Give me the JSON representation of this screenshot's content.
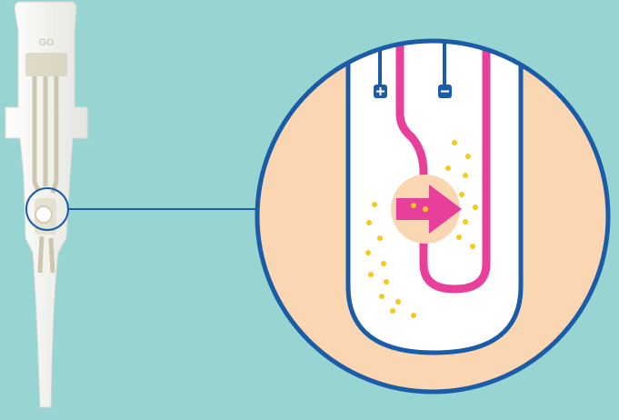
{
  "colors": {
    "background": "#98d5d2",
    "chip_body": "#f4f4f2",
    "chip_circuit": "#c7c1a2",
    "outline_blue": "#1a5ca8",
    "pink_channel": "#e8409a",
    "sample_peach": "#fbd6b2",
    "particle_yellow": "#f6c91a"
  },
  "device": {
    "chip_label": "GO",
    "electrodes": [
      {
        "symbol": "+",
        "name": "positive-electrode"
      },
      {
        "symbol": "-",
        "name": "negative-electrode"
      }
    ],
    "flow_direction": "right"
  },
  "icons": [
    "plus-icon",
    "minus-icon",
    "arrow-right-icon"
  ]
}
